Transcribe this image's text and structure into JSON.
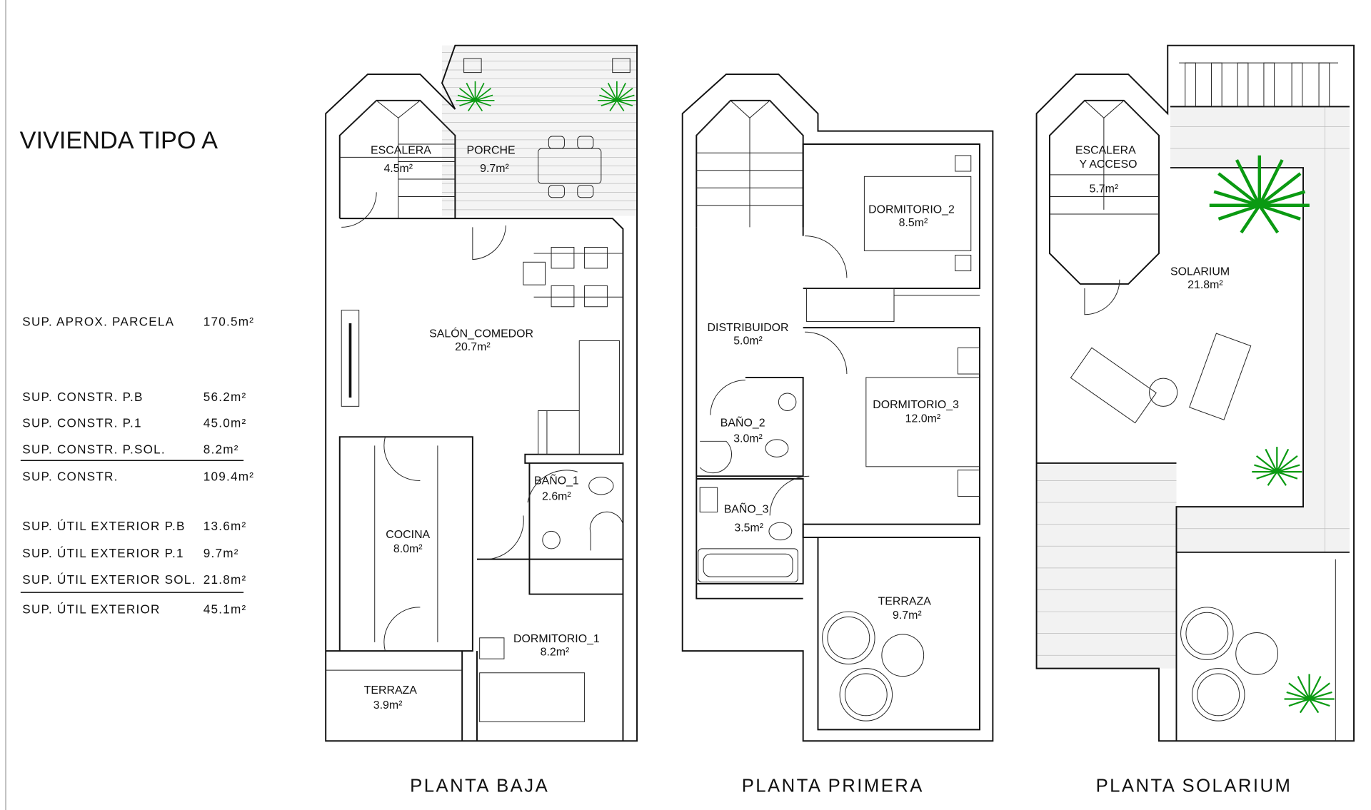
{
  "title": "VIVIENDA TIPO A",
  "surfaces": [
    {
      "label": "SUP.  APROX.  PARCELA",
      "value": "170.5m²"
    },
    {
      "label": "SUP.  CONSTR.  P.B",
      "value": "56.2m²"
    },
    {
      "label": "SUP.  CONSTR.  P.1",
      "value": "45.0m²"
    },
    {
      "label": "SUP.  CONSTR.  P.SOL.",
      "value": "8.2m²"
    },
    {
      "label": "SUP.  CONSTR.",
      "value": "109.4m²"
    },
    {
      "label": "SUP.  ÚTIL  EXTERIOR  P.B",
      "value": "13.6m²"
    },
    {
      "label": "SUP.  ÚTIL  EXTERIOR  P.1",
      "value": "9.7m²"
    },
    {
      "label": "SUP.  ÚTIL  EXTERIOR  SOL.",
      "value": "21.8m²"
    },
    {
      "label": "SUP.  ÚTIL  EXTERIOR",
      "value": "45.1m²"
    }
  ],
  "plans": {
    "baja": {
      "name": "PLANTA  BAJA",
      "rooms": [
        {
          "name": "ESCALERA",
          "area": "4.5m²"
        },
        {
          "name": "PORCHE",
          "area": "9.7m²"
        },
        {
          "name": "SALÓN_COMEDOR",
          "area": "20.7m²"
        },
        {
          "name": "BAÑO_1",
          "area": "2.6m²"
        },
        {
          "name": "COCINA",
          "area": "8.0m²"
        },
        {
          "name": "DORMITORIO_1",
          "area": "8.2m²"
        },
        {
          "name": "TERRAZA",
          "area": "3.9m²"
        }
      ]
    },
    "primera": {
      "name": "PLANTA  PRIMERA",
      "rooms": [
        {
          "name": "DORMITORIO_2",
          "area": "8.5m²"
        },
        {
          "name": "DISTRIBUIDOR",
          "area": "5.0m²"
        },
        {
          "name": "DORMITORIO_3",
          "area": "12.0m²"
        },
        {
          "name": "BAÑO_2",
          "area": "3.0m²"
        },
        {
          "name": "BAÑO_3",
          "area": "3.5m²"
        },
        {
          "name": "TERRAZA",
          "area": "9.7m²"
        }
      ]
    },
    "solarium": {
      "name": "PLANTA  SOLARIUM",
      "rooms": [
        {
          "name": "ESCALERA",
          "name2": "Y ACCESO",
          "area": "5.7m²"
        },
        {
          "name": "SOLARIUM",
          "area": "21.8m²"
        }
      ]
    }
  },
  "colors": {
    "wall": "#111111",
    "plant": "#0a9a12"
  }
}
